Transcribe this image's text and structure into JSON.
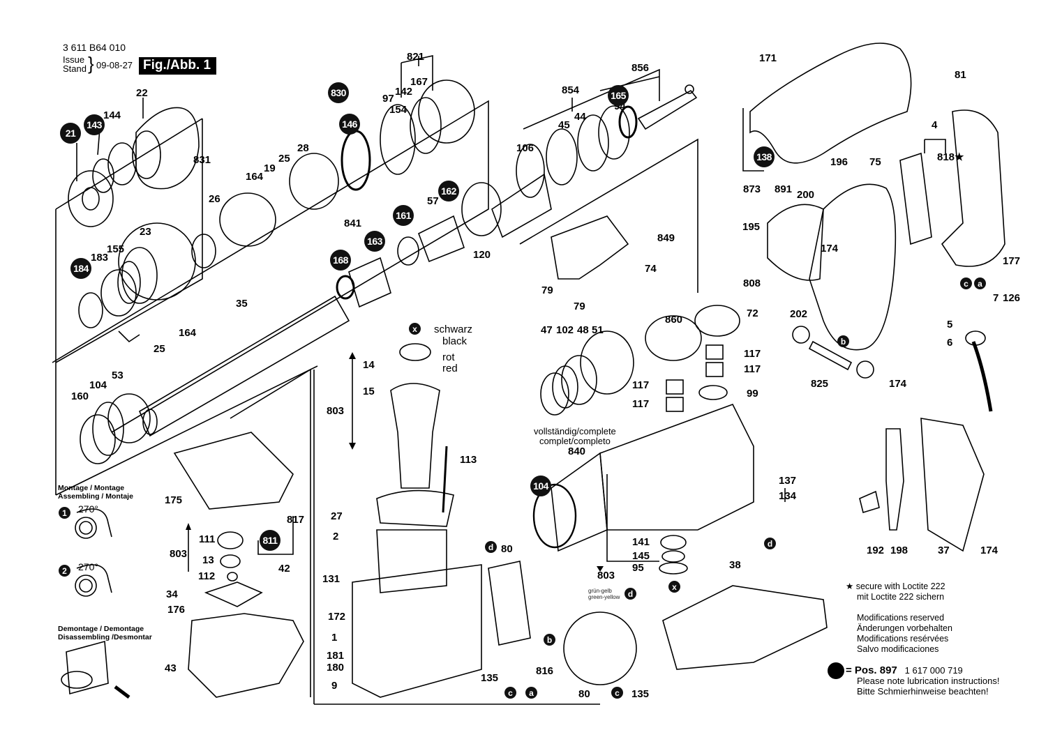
{
  "header": {
    "part_number": "3 611 B64 010",
    "issue_label": "Issue",
    "stand_label": "Stand",
    "date": "09-08-27",
    "figure": "Fig./Abb. 1"
  },
  "assembly_notes": {
    "montage_title_1": "Montage / Montage",
    "montage_title_2": "Assembling / Montaje",
    "step1": "1",
    "step2": "2",
    "angle": "270°",
    "demontage_title_1": "Demontage / Demontage",
    "demontage_title_2": "Disassembling /Desmontar"
  },
  "wire_colors": {
    "schwarz": "schwarz",
    "black": "black",
    "rot": "rot",
    "red": "red",
    "gruen_gelb": "grün-gelb",
    "green_yellow": "green-yellow"
  },
  "complete_label": {
    "line1": "vollständig/complete",
    "line2": "complet/completo"
  },
  "footer": {
    "star_line1": "secure with Loctite 222",
    "star_line2": "mit Loctite 222 sichern",
    "mod1": "Modifications reserved",
    "mod2": "Änderungen vorbehalten",
    "mod3": "Modifications resérvées",
    "mod4": "Salvo modificaciones",
    "lube_pos": "= Pos.  897",
    "lube_number": "1 617 000 719",
    "lube_note_en": "Please note lubrication instructions!",
    "lube_note_de": "Bitte Schmierhinweise beachten!"
  },
  "part_labels": [
    "22",
    "144",
    "821",
    "167",
    "142",
    "97",
    "154",
    "856",
    "854",
    "94",
    "44",
    "45",
    "106",
    "171",
    "81",
    "4",
    "818★",
    "196",
    "75",
    "873",
    "891",
    "200",
    "195",
    "174",
    "177",
    "7",
    "126",
    "5",
    "6",
    "202",
    "825",
    "174",
    "808",
    "72",
    "860",
    "117",
    "117",
    "117",
    "117",
    "99",
    "831",
    "164",
    "19",
    "25",
    "28",
    "26",
    "23",
    "155",
    "183",
    "35",
    "164",
    "25",
    "53",
    "104",
    "160",
    "841",
    "57",
    "120",
    "849",
    "74",
    "79",
    "79",
    "47",
    "102",
    "48",
    "51",
    "14",
    "15",
    "803",
    "113",
    "27",
    "2",
    "131",
    "172",
    "1",
    "181",
    "180",
    "9",
    "80",
    "816",
    "135",
    "80",
    "135",
    "840",
    "137",
    "134",
    "141",
    "145",
    "95",
    "803",
    "38",
    "192",
    "198",
    "37",
    "174",
    "175",
    "111",
    "13",
    "112",
    "803",
    "34",
    "176",
    "43",
    "817",
    "42"
  ],
  "badge_labels": [
    "21",
    "143",
    "830",
    "146",
    "165",
    "138",
    "162",
    "161",
    "168",
    "163",
    "184",
    "104",
    "811"
  ],
  "connector_labels": {
    "a": "a",
    "b": "b",
    "c": "c",
    "d": "d",
    "x": "x"
  }
}
